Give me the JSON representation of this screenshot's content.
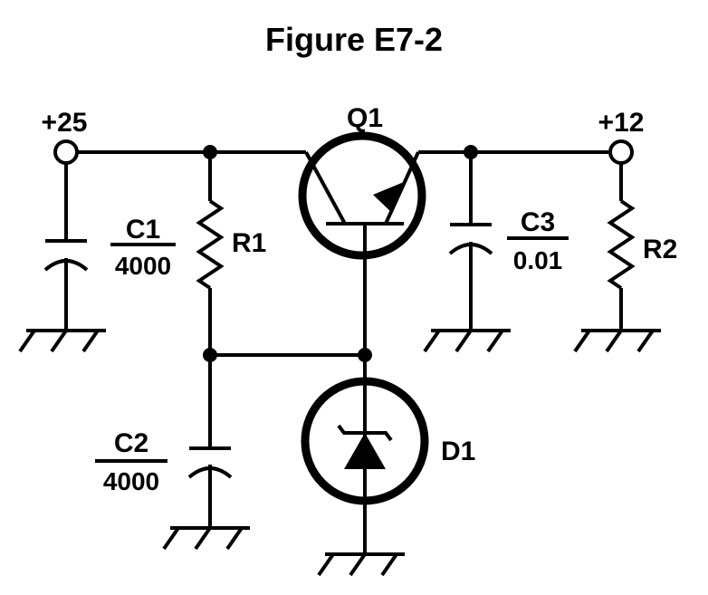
{
  "title": "Figure E7-2",
  "terminals": {
    "input": "+25",
    "output": "+12"
  },
  "components": {
    "q1": {
      "label": "Q1"
    },
    "r1": {
      "label": "R1"
    },
    "r2": {
      "label": "R2"
    },
    "c1": {
      "label": "C1",
      "value": "4000"
    },
    "c2": {
      "label": "C2",
      "value": "4000"
    },
    "c3": {
      "label": "C3",
      "value": "0.01"
    },
    "d1": {
      "label": "D1"
    }
  }
}
